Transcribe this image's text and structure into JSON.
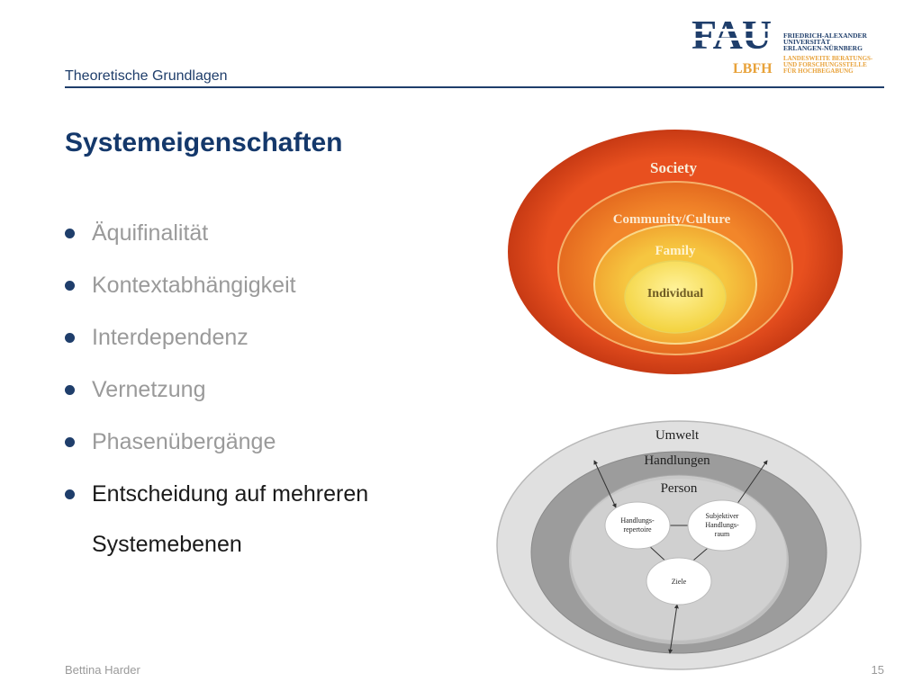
{
  "header": {
    "section_title": "Theoretische Grundlagen",
    "logo": {
      "brand": "FAU",
      "sub": "LBFH",
      "line1": "FRIEDRICH-ALEXANDER",
      "line2": "UNIVERSITÄT",
      "line3": "ERLANGEN-NÜRNBERG",
      "line4": "LANDESWEITE BERATUNGS-",
      "line5": "UND FORSCHUNGSSTELLE",
      "line6": "FÜR HOCHBEGABUNG"
    }
  },
  "slide": {
    "title": "Systemeigenschaften",
    "bullets": [
      "Äquifinalität",
      "Kontextabhängigkeit",
      "Interdependenz",
      "Vernetzung",
      "Phasenübergänge",
      "Entscheidung auf mehreren"
    ],
    "bullet_continuation": "Systemebenen"
  },
  "diagram_society": {
    "rings": [
      "Society",
      "Community/Culture",
      "Family",
      "Individual"
    ]
  },
  "diagram_umwelt": {
    "rings": [
      "Umwelt",
      "Handlungen",
      "Person"
    ],
    "nodes": {
      "repertoire_l1": "Handlungs-",
      "repertoire_l2": "repertoire",
      "raum_l1": "Subjektiver",
      "raum_l2": "Handlungs-",
      "raum_l3": "raum",
      "ziele": "Ziele"
    }
  },
  "footer": {
    "author": "Bettina Harder",
    "page": "15"
  },
  "colors": {
    "brand_blue": "#1f3e6b",
    "accent_orange": "#e8a23a",
    "society_red": "#e0431b"
  }
}
